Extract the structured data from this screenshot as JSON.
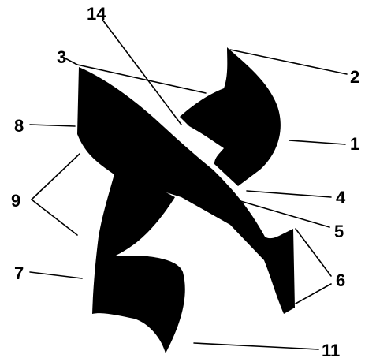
{
  "diagram": {
    "callouts": [
      {
        "id": "c1",
        "number": "1"
      },
      {
        "id": "c2",
        "number": "2"
      },
      {
        "id": "c3",
        "number": "3"
      },
      {
        "id": "c4",
        "number": "4"
      },
      {
        "id": "c5",
        "number": "5"
      },
      {
        "id": "c6",
        "number": "6"
      },
      {
        "id": "c7",
        "number": "7"
      },
      {
        "id": "c8",
        "number": "8"
      },
      {
        "id": "c9",
        "number": "9"
      },
      {
        "id": "c11",
        "number": "11"
      },
      {
        "id": "c14",
        "number": "14"
      }
    ]
  },
  "colors": {
    "ink": "#000000",
    "background": "#ffffff"
  }
}
